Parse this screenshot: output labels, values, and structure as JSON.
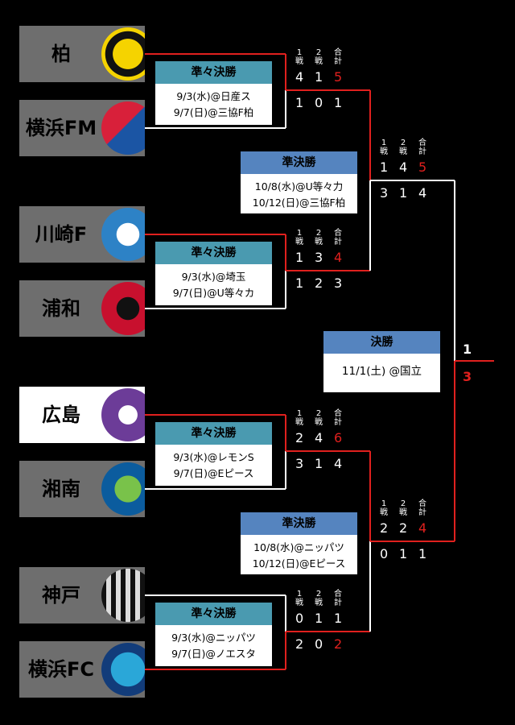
{
  "colors": {
    "win_line": "#e0201e",
    "lose_line": "#ffffff",
    "qf_header": "#4a9ab0",
    "sf_header": "#5584bf"
  },
  "leg_headers": {
    "leg1": "1\n戦",
    "leg2": "2\n戦",
    "total": "合\n計"
  },
  "teams": [
    {
      "name": "柏",
      "emblem": "kashiwa-reysol-emblem",
      "highlight": false
    },
    {
      "name": "横浜FM",
      "emblem": "yokohama-fm-emblem",
      "highlight": false
    },
    {
      "name": "川崎F",
      "emblem": "kawasaki-frontale-emblem",
      "highlight": false
    },
    {
      "name": "浦和",
      "emblem": "urawa-reds-emblem",
      "highlight": false
    },
    {
      "name": "広島",
      "emblem": "sanfrecce-hiroshima-emblem",
      "highlight": true
    },
    {
      "name": "湘南",
      "emblem": "shonan-bellmare-emblem",
      "highlight": false
    },
    {
      "name": "神戸",
      "emblem": "vissel-kobe-emblem",
      "highlight": false
    },
    {
      "name": "横浜FC",
      "emblem": "yokohama-fc-emblem",
      "highlight": false
    }
  ],
  "quarterfinals": [
    {
      "title": "準々決勝",
      "dates": [
        "9/3(水)@日産ス",
        "9/7(日)@三協F柏"
      ],
      "top": {
        "leg1": "4",
        "leg2": "1",
        "total": "5"
      },
      "bottom": {
        "leg1": "1",
        "leg2": "0",
        "total": "1"
      },
      "winner": "top"
    },
    {
      "title": "準々決勝",
      "dates": [
        "9/3(水)@埼玉",
        "9/7(日)@U等々カ"
      ],
      "top": {
        "leg1": "1",
        "leg2": "3",
        "total": "4"
      },
      "bottom": {
        "leg1": "1",
        "leg2": "2",
        "total": "3"
      },
      "winner": "top"
    },
    {
      "title": "準々決勝",
      "dates": [
        "9/3(水)@レモンS",
        "9/7(日)@Eピース"
      ],
      "top": {
        "leg1": "2",
        "leg2": "4",
        "total": "6"
      },
      "bottom": {
        "leg1": "3",
        "leg2": "1",
        "total": "4"
      },
      "winner": "top"
    },
    {
      "title": "準々決勝",
      "dates": [
        "9/3(水)@ニッパツ",
        "9/7(日)@ノエスタ"
      ],
      "top": {
        "leg1": "0",
        "leg2": "1",
        "total": "1"
      },
      "bottom": {
        "leg1": "2",
        "leg2": "0",
        "total": "2"
      },
      "winner": "bottom"
    }
  ],
  "semifinals": [
    {
      "title": "準決勝",
      "dates": [
        "10/8(水)@U等々力",
        "10/12(日)@三協F柏"
      ],
      "top": {
        "leg1": "1",
        "leg2": "4",
        "total": "5"
      },
      "bottom": {
        "leg1": "3",
        "leg2": "1",
        "total": "4"
      },
      "winner": "top"
    },
    {
      "title": "準決勝",
      "dates": [
        "10/8(水)@ニッパツ",
        "10/12(日)@Eピース"
      ],
      "top": {
        "leg1": "2",
        "leg2": "2",
        "total": "4"
      },
      "bottom": {
        "leg1": "0",
        "leg2": "1",
        "total": "1"
      },
      "winner": "top"
    }
  ],
  "final": {
    "title": "決勝",
    "date": "11/1(土) @国立",
    "top": "1",
    "bottom": "3",
    "winner": "bottom"
  }
}
